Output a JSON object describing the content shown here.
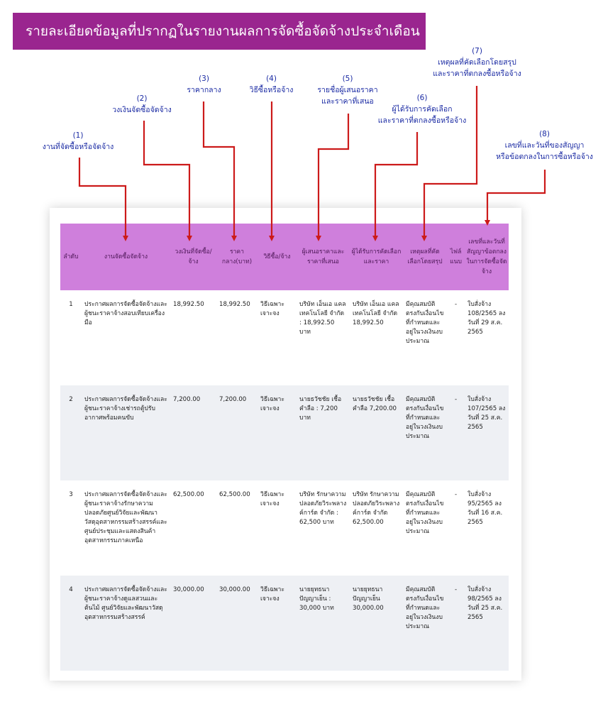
{
  "banner": {
    "title": "รายละเอียดข้อมูลที่ปรากฏในรายงานผลการจัดซื้อจัดจ้างประจำเดือน"
  },
  "annotations": [
    {
      "num": "(1)",
      "lines": [
        "งานที่จัดซื้อหรือจัดจ้าง"
      ]
    },
    {
      "num": "(2)",
      "lines": [
        "วงเงินจัดซื้อจัดจ้าง"
      ]
    },
    {
      "num": "(3)",
      "lines": [
        "ราคากลาง"
      ]
    },
    {
      "num": "(4)",
      "lines": [
        "วิธีซื้อหรือจ้าง"
      ]
    },
    {
      "num": "(5)",
      "lines": [
        "รายชื่อผู้เสนอราคา",
        "และราคาที่เสนอ"
      ]
    },
    {
      "num": "(6)",
      "lines": [
        "ผู้ได้รับการคัดเลือก",
        "และราคาที่ตกลงซื้อหรือจ้าง"
      ]
    },
    {
      "num": "(7)",
      "lines": [
        "เหตุผลที่คัดเลือกโดยสรุป",
        "และราคาที่ตกลงซื้อหรือจ้าง"
      ]
    },
    {
      "num": "(8)",
      "lines": [
        "เลขที่และวันที่ของสัญญา",
        "หรือข้อตกลงในการซื้อหรือจ้าง"
      ]
    }
  ],
  "table": {
    "headers": [
      "ลำดับ",
      "งานจัดซื้อจัดจ้าง",
      "วงเงินที่จัดซื้อ/จ้าง",
      "ราคากลาง(บาท)",
      "วิธีซื้อ/จ้าง",
      "ผู้เสนอราคาและราคาที่เสนอ",
      "ผู้ได้รับการคัดเลือกและราคา",
      "เหตุผลที่คัดเลือกโดยสรุป",
      "ไฟล์แนบ",
      "เลขที่และวันที่สัญญาข้อตกลงในการจัดซื้อจัดจ้าง"
    ],
    "rows": [
      {
        "idx": "1",
        "task": "ประกาศผลการจัดซื้อจัดจ้างและผู้ชนะราคาจ้างสอบเทียบเครื่องมือ",
        "budget": "18,992.50",
        "median": "18,992.50",
        "method": "วิธีเฉพาะเจาะจง",
        "bidders": "บริษัท เอ็นเอ แคลเทคโนโลยี จำกัด : 18,992.50 บาท",
        "winner": "บริษัท เอ็นเอ แคลเทคโนโลยี จำกัด 18,992.50",
        "reason": "มีคุณสมบัติตรงกับเงื่อนไขที่กำหนดและอยู่ในวงเงินงบประมาณ",
        "file": "-",
        "contract": "ใบสั่งจ้าง 108/2565 ลงวันที่ 29 ส.ค. 2565"
      },
      {
        "idx": "2",
        "task": "ประกาศผลการจัดซื้อจัดจ้างและผู้ชนะราคาจ้างเช่ารถตู้ปรับอากาศพร้อมคนขับ",
        "budget": "7,200.00",
        "median": "7,200.00",
        "method": "วิธีเฉพาะเจาะจง",
        "bidders": "นายธวัชชัย เชื้อคำลือ : 7,200 บาท",
        "winner": "นายธวัชชัย เชื้อคำลือ 7,200.00",
        "reason": "มีคุณสมบัติตรงกับเงื่อนไขที่กำหนดและอยู่ในวงเงินงบประมาณ",
        "file": "-",
        "contract": "ใบสั่งจ้าง 107/2565 ลงวันที่ 25 ส.ค. 2565"
      },
      {
        "idx": "3",
        "task": "ประกาศผลการจัดซื้อจัดจ้างและผู้ชนะราคาจ้างรักษาความปลอดภัยศูนย์วิจัยและพัฒนาวัสดุอุตสาหกรรมสร้างสรรค์และศูนย์ประชุมและแสดงสินค้าอุตสาหกรรมภาคเหนือ",
        "budget": "62,500.00",
        "median": "62,500.00",
        "method": "วิธีเฉพาะเจาะจง",
        "bidders": "บริษัท รักษาความปลอดภัยวิระพลางค์การ์ด จำกัด : 62,500 บาท",
        "winner": "บริษัท รักษาความปลอดภัยวิระพลางค์การ์ด จำกัด 62,500.00",
        "reason": "มีคุณสมบัติตรงกับเงื่อนไขที่กำหนดและอยู่ในวงเงินงบประมาณ",
        "file": "-",
        "contract": "ใบสั่งจ้าง 95/2565 ลงวันที่ 16 ส.ค. 2565"
      },
      {
        "idx": "4",
        "task": "ประกาศผลการจัดซื้อจัดจ้างและผู้ชนะราคาจ้างดูแลสวนและต้นไม้ ศูนย์วิจัยและพัฒนาวัสดุอุตสาหกรรมสร้างสรรค์",
        "budget": "30,000.00",
        "median": "30,000.00",
        "method": "วิธีเฉพาะเจาะจง",
        "bidders": "นายยุทธนา ปัญญาเย็น : 30,000 บาท",
        "winner": "นายยุทธนา ปัญญาเย็น 30,000.00",
        "reason": "มีคุณสมบัติตรงกับเงื่อนไขที่กำหนดและอยู่ในวงเงินงบประมาณ",
        "file": "-",
        "contract": "ใบสั่งจ้าง 98/2565 ลงวันที่ 25 ส.ค. 2565"
      }
    ]
  },
  "colors": {
    "banner": "#9a258f",
    "header_bg": "#cf7fdc",
    "annotation_text": "#1a2aa3",
    "arrow": "#cc1a1a",
    "row_alt": "#eef0f4"
  }
}
